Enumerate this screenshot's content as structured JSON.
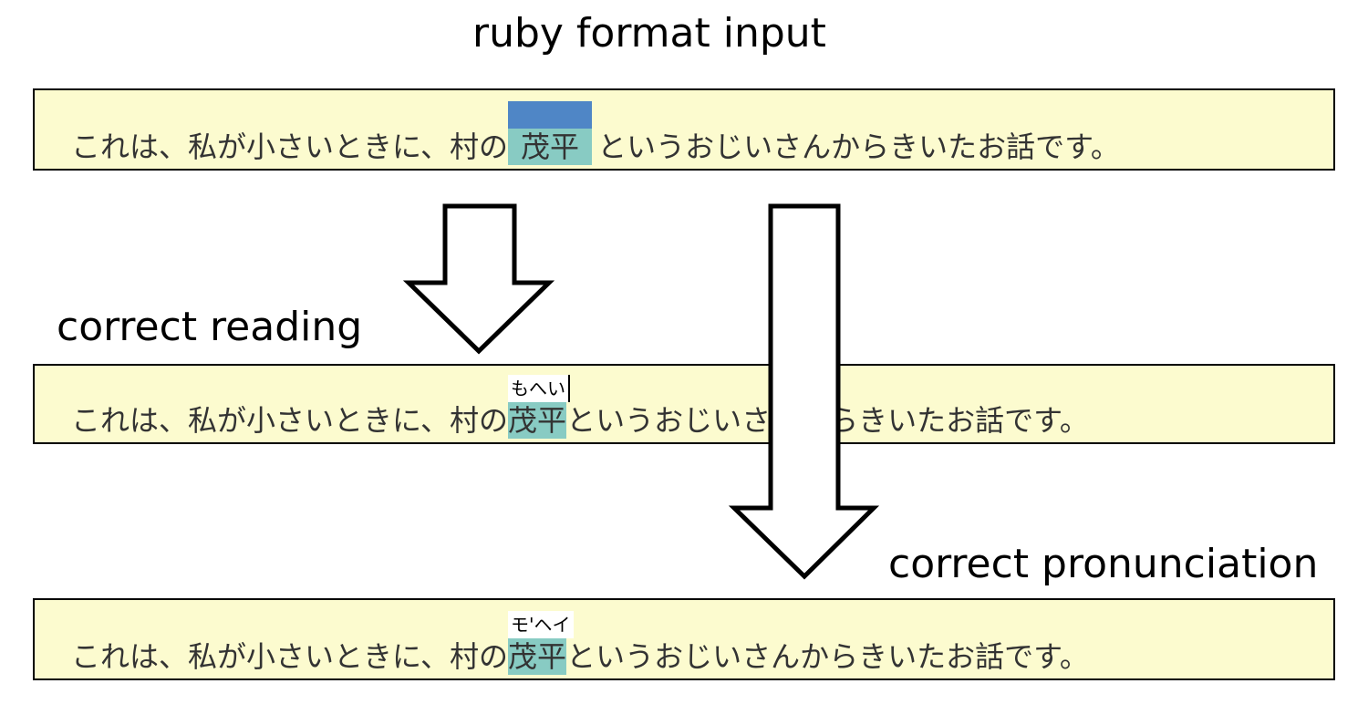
{
  "colors": {
    "box_background": "#fcfbcf",
    "highlight": "#88cbc3",
    "ruby_input_marker": "#4f86c6",
    "arrow_stroke": "#000000"
  },
  "top": {
    "label": "ruby format input",
    "sentence_before": "これは、私が小さいときに、村の",
    "base": "茂平",
    "sentence_after": "というおじいさんからきいたお話です。"
  },
  "middle": {
    "label": "correct reading",
    "sentence_before": "これは、私が小さいときに、村の",
    "base": "茂平",
    "ruby": "もへい",
    "sentence_after": "というおじいさんからきいたお話です。"
  },
  "bottom": {
    "label": "correct pronunciation",
    "sentence_before": "これは、私が小さいときに、村の",
    "base": "茂平",
    "ruby": "モ'ヘイ",
    "sentence_after": "というおじいさんからきいたお話です。"
  },
  "arrows": [
    {
      "from": "ruby format input",
      "to": "correct reading"
    },
    {
      "from": "ruby format input",
      "to": "correct pronunciation"
    }
  ]
}
